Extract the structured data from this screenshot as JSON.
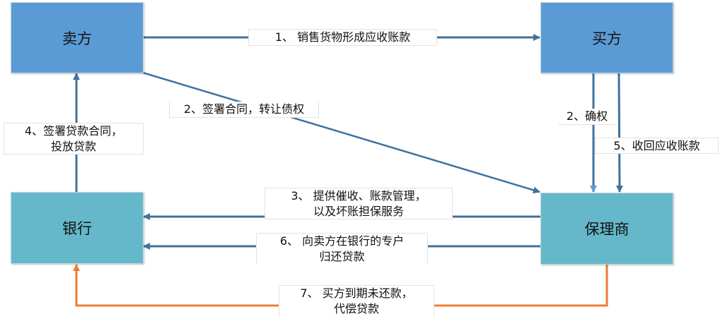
{
  "colors": {
    "seller_buyer_fill": "#5b9bd5",
    "bank_factor_fill": "#65b8c9",
    "arrow_blue": "#41719c",
    "arrow_orange": "#ed7d31"
  },
  "nodes": {
    "seller": "卖方",
    "buyer": "买方",
    "bank": "银行",
    "factor": "保理商"
  },
  "edges": {
    "e1": {
      "from": "卖方",
      "to": "买方",
      "label": "1、 销售货物形成应收账款"
    },
    "e2a": {
      "from": "卖方",
      "to": "保理商",
      "label": "2、签署合同，转让债权"
    },
    "e2b": {
      "from": "买方",
      "to": "保理商",
      "label": "2、确权"
    },
    "e3": {
      "from": "保理商",
      "to": "银行",
      "line1": "3、 提供催收、账款管理，",
      "line2": "以及坏账担保服务"
    },
    "e4": {
      "from": "银行",
      "to": "卖方",
      "line1": "4、签署贷款合同，",
      "line2": "投放贷款"
    },
    "e5": {
      "from": "买方",
      "to": "保理商",
      "label": "5、收回应收账款"
    },
    "e6": {
      "from": "保理商",
      "to": "银行",
      "line1": "6、 向卖方在银行的专户",
      "line2": "归还贷款"
    },
    "e7": {
      "from": "保理商",
      "to": "银行",
      "line1": "7、 买方到期未还款，",
      "line2": "代偿贷款"
    }
  }
}
